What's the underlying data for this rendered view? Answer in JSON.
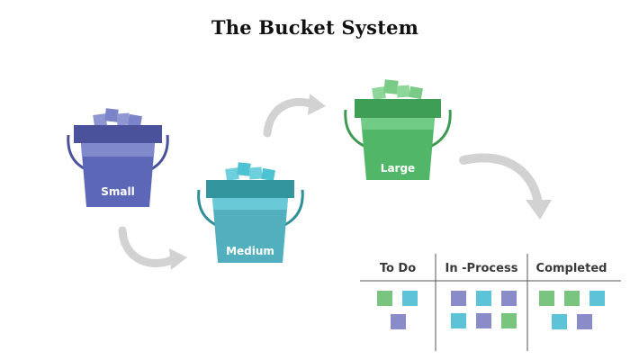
{
  "title": "The Bucket System",
  "buckets": [
    {
      "label": "Small",
      "color": "#5D67B8"
    },
    {
      "label": "Medium",
      "color": "#52AFBD"
    },
    {
      "label": "Large",
      "color": "#52B669"
    }
  ],
  "board": {
    "columns": [
      {
        "header": "To Do",
        "cards": [
          "green",
          "teal",
          "purple"
        ]
      },
      {
        "header": "In -Process",
        "cards": [
          "purple",
          "teal",
          "purple",
          "teal",
          "purple",
          "green"
        ]
      },
      {
        "header": "Completed",
        "cards": [
          "green",
          "green",
          "teal",
          "teal",
          "purple"
        ]
      }
    ],
    "card_colors": {
      "green": "#79C47F",
      "teal": "#5CC4D6",
      "purple": "#8A8BC9"
    }
  },
  "arrow_color": "#D2D2D2"
}
